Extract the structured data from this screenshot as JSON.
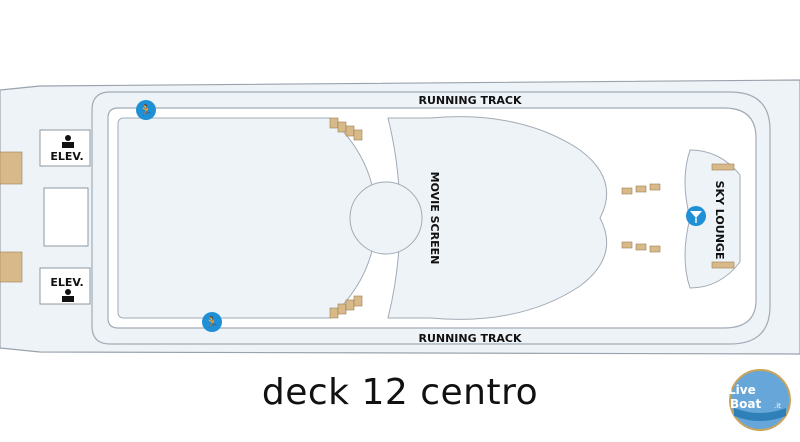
{
  "map": {
    "track_top": "RUNNING TRACK",
    "track_bottom": "RUNNING TRACK",
    "elev_top": "ELEV.",
    "elev_bottom": "ELEV.",
    "movie_screen": "MOVIE SCREEN",
    "sky_lounge": "SKY LOUNGE",
    "caption": "deck 12 centro",
    "icons": [
      "jogger-icon",
      "jogger-icon",
      "cocktail-icon",
      "restroom-icon",
      "restroom-icon"
    ],
    "colors": {
      "deck_fill": "#eef3f8",
      "line": "#9aa3ad",
      "seating": "#d8b98a",
      "icon_blue": "#1f8fd6"
    }
  },
  "logo": {
    "line1": "Live",
    "line2": "Boat",
    "suffix": ".it"
  }
}
